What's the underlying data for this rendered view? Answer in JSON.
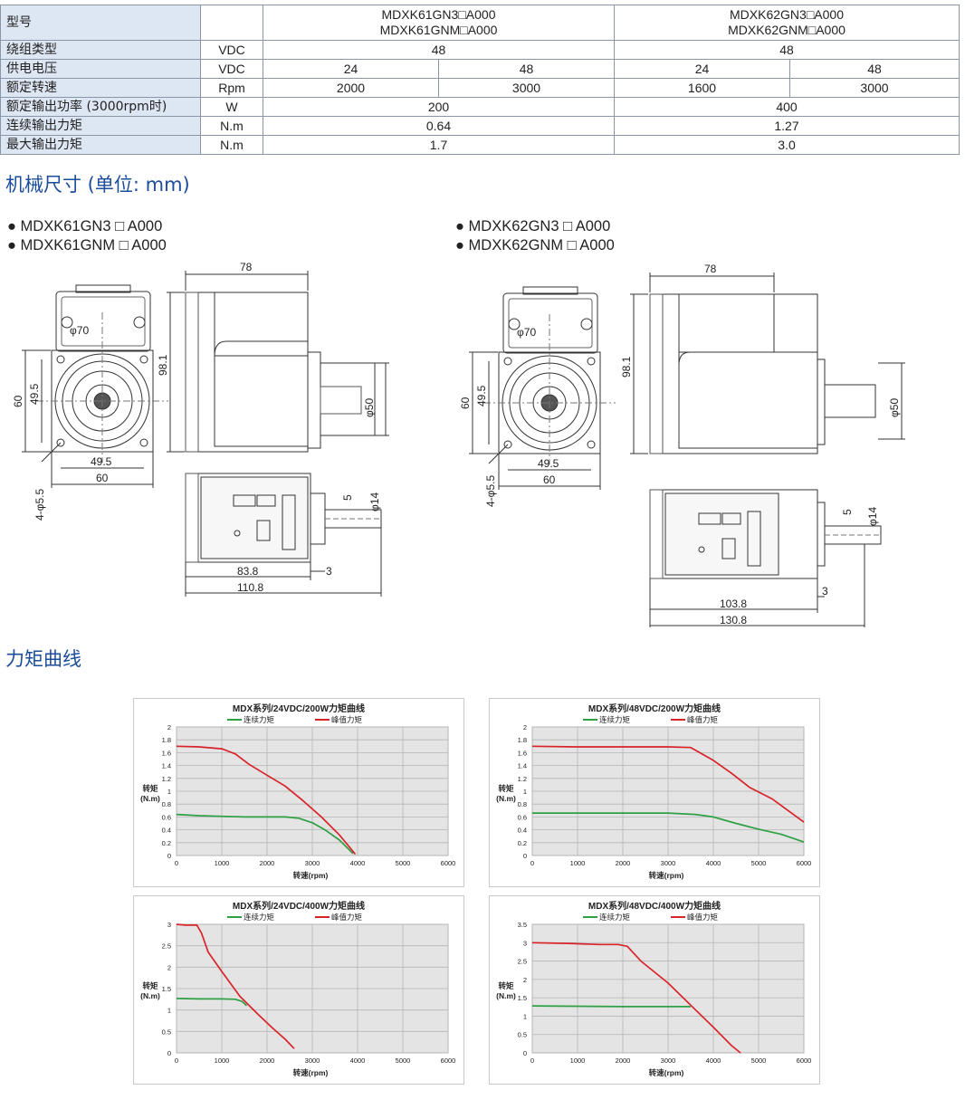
{
  "spec_table": {
    "header_label": "型号",
    "model_a": [
      "MDXK61GN3□A000",
      "MDXK61GNM□A000"
    ],
    "model_b": [
      "MDXK62GN3□A000",
      "MDXK62GNM□A000"
    ],
    "rows": [
      {
        "label": "绕组类型",
        "unit": "VDC",
        "a": [
          "48"
        ],
        "b": [
          "48"
        ]
      },
      {
        "label": "供电电压",
        "unit": "VDC",
        "a": [
          "24",
          "48"
        ],
        "b": [
          "24",
          "48"
        ]
      },
      {
        "label": "额定转速",
        "unit": "Rpm",
        "a": [
          "2000",
          "3000"
        ],
        "b": [
          "1600",
          "3000"
        ]
      },
      {
        "label": "额定输出功率 (3000rpm时)",
        "unit": "W",
        "a": [
          "200"
        ],
        "b": [
          "400"
        ]
      },
      {
        "label": "连续输出力矩",
        "unit": "N.m",
        "a": [
          "0.64"
        ],
        "b": [
          "1.27"
        ]
      },
      {
        "label": "最大输出力矩",
        "unit": "N.m",
        "a": [
          "1.7"
        ],
        "b": [
          "3.0"
        ]
      }
    ]
  },
  "section_dimensions": "机械尺寸 (单位: mm)",
  "section_torque": "力矩曲线",
  "models_left": [
    "● MDXK61GN3 □ A000",
    "● MDXK61GNM □ A000"
  ],
  "models_right": [
    "● MDXK62GN3 □ A000",
    "● MDXK62GNM □ A000"
  ],
  "drawing_left": {
    "d78": "78",
    "d70": "φ70",
    "d98": "98.1",
    "d60v": "60",
    "d495v": "49.5",
    "d495h": "49.5",
    "d60h": "60",
    "hole": "4-φ5.5",
    "d50": "φ50",
    "d5": "5",
    "d14": "φ14",
    "d838": "83.8",
    "d3": "3",
    "d1108": "110.8"
  },
  "drawing_right": {
    "d78": "78",
    "d70": "φ70",
    "d98": "98.1",
    "d60v": "60",
    "d495v": "49.5",
    "d495h": "49.5",
    "d60h": "60",
    "hole": "4-φ5.5",
    "d50": "φ50",
    "d5": "5",
    "d14": "φ14",
    "d1038": "103.8",
    "d3": "3",
    "d1308": "130.8"
  },
  "chart_data": [
    {
      "type": "line",
      "title": "MDX系列/24VDC/200W力矩曲线",
      "xlabel": "转速(rpm)",
      "ylabel": "转矩(N.m)",
      "xlim": [
        0,
        6000
      ],
      "ylim": [
        0,
        2
      ],
      "xticks": [
        "0",
        "1000",
        "2000",
        "3000",
        "4000",
        "5000",
        "6000"
      ],
      "yticks": [
        "0",
        "0.2",
        "0.4",
        "0.6",
        "0.8",
        "1",
        "1.2",
        "1.4",
        "1.6",
        "1.8",
        "2"
      ],
      "grid": true,
      "legend": "top",
      "series": [
        {
          "name": "连续力矩",
          "color": "#2ea043",
          "points": [
            [
              0,
              0.64
            ],
            [
              500,
              0.62
            ],
            [
              1000,
              0.61
            ],
            [
              1500,
              0.6
            ],
            [
              2000,
              0.6
            ],
            [
              2400,
              0.6
            ],
            [
              2700,
              0.58
            ],
            [
              3000,
              0.51
            ],
            [
              3300,
              0.39
            ],
            [
              3600,
              0.24
            ],
            [
              3900,
              0.03
            ]
          ]
        },
        {
          "name": "峰值力矩",
          "color": "#d9232a",
          "points": [
            [
              0,
              1.7
            ],
            [
              500,
              1.69
            ],
            [
              1000,
              1.66
            ],
            [
              1300,
              1.58
            ],
            [
              1600,
              1.42
            ],
            [
              2000,
              1.25
            ],
            [
              2400,
              1.08
            ],
            [
              2800,
              0.85
            ],
            [
              3200,
              0.6
            ],
            [
              3600,
              0.32
            ],
            [
              3950,
              0.02
            ]
          ]
        }
      ]
    },
    {
      "type": "line",
      "title": "MDX系列/48VDC/200W力矩曲线",
      "xlabel": "转速(rpm)",
      "ylabel": "转矩(N.m)",
      "xlim": [
        0,
        6000
      ],
      "ylim": [
        0,
        2
      ],
      "xticks": [
        "0",
        "1000",
        "2000",
        "3000",
        "4000",
        "5000",
        "6000"
      ],
      "yticks": [
        "0",
        "0.2",
        "0.4",
        "0.6",
        "0.8",
        "1",
        "1.2",
        "1.4",
        "1.6",
        "1.8",
        "2"
      ],
      "grid": true,
      "legend": "top",
      "series": [
        {
          "name": "连续力矩",
          "color": "#2ea043",
          "points": [
            [
              0,
              0.66
            ],
            [
              1000,
              0.66
            ],
            [
              2000,
              0.66
            ],
            [
              3000,
              0.66
            ],
            [
              3600,
              0.64
            ],
            [
              4000,
              0.6
            ],
            [
              4500,
              0.5
            ],
            [
              5000,
              0.41
            ],
            [
              5500,
              0.33
            ],
            [
              6000,
              0.21
            ]
          ]
        },
        {
          "name": "峰值力矩",
          "color": "#d9232a",
          "points": [
            [
              0,
              1.7
            ],
            [
              1000,
              1.69
            ],
            [
              2000,
              1.69
            ],
            [
              3000,
              1.69
            ],
            [
              3500,
              1.68
            ],
            [
              3700,
              1.6
            ],
            [
              4000,
              1.48
            ],
            [
              4400,
              1.28
            ],
            [
              4800,
              1.06
            ],
            [
              5300,
              0.88
            ],
            [
              6000,
              0.52
            ]
          ]
        }
      ]
    },
    {
      "type": "line",
      "title": "MDX系列/24VDC/400W力矩曲线",
      "xlabel": "转速(rpm)",
      "ylabel": "转矩(N.m)",
      "xlim": [
        0,
        6000
      ],
      "ylim": [
        0,
        3
      ],
      "xticks": [
        "0",
        "1000",
        "2000",
        "3000",
        "4000",
        "5000",
        "6000"
      ],
      "yticks": [
        "0",
        "0.5",
        "1",
        "1.5",
        "2",
        "2.5",
        "3"
      ],
      "grid": true,
      "legend": "top",
      "series": [
        {
          "name": "连续力矩",
          "color": "#2ea043",
          "points": [
            [
              0,
              1.27
            ],
            [
              500,
              1.26
            ],
            [
              1000,
              1.26
            ],
            [
              1300,
              1.25
            ],
            [
              1450,
              1.2
            ],
            [
              1550,
              1.1
            ]
          ]
        },
        {
          "name": "峰值力矩",
          "color": "#d9232a",
          "points": [
            [
              0,
              3.0
            ],
            [
              200,
              2.98
            ],
            [
              450,
              2.98
            ],
            [
              550,
              2.8
            ],
            [
              700,
              2.35
            ],
            [
              1000,
              1.9
            ],
            [
              1400,
              1.32
            ],
            [
              1800,
              0.9
            ],
            [
              2100,
              0.6
            ],
            [
              2400,
              0.32
            ],
            [
              2600,
              0.1
            ]
          ]
        }
      ]
    },
    {
      "type": "line",
      "title": "MDX系列/48VDC/400W力矩曲线",
      "xlabel": "转速(rpm)",
      "ylabel": "转矩(N.m)",
      "xlim": [
        0,
        6000
      ],
      "ylim": [
        0,
        3.5
      ],
      "xticks": [
        "0",
        "1000",
        "2000",
        "3000",
        "4000",
        "5000",
        "6000"
      ],
      "yticks": [
        "0",
        "0.5",
        "1",
        "1.5",
        "2",
        "2.5",
        "3",
        "3.5"
      ],
      "grid": true,
      "legend": "top",
      "series": [
        {
          "name": "连续力矩",
          "color": "#2ea043",
          "points": [
            [
              0,
              1.28
            ],
            [
              1000,
              1.27
            ],
            [
              2000,
              1.26
            ],
            [
              3000,
              1.26
            ],
            [
              3500,
              1.26
            ]
          ]
        },
        {
          "name": "峰值力矩",
          "color": "#d9232a",
          "points": [
            [
              0,
              3.0
            ],
            [
              800,
              2.98
            ],
            [
              1500,
              2.95
            ],
            [
              1900,
              2.95
            ],
            [
              2100,
              2.9
            ],
            [
              2400,
              2.5
            ],
            [
              3000,
              1.9
            ],
            [
              3500,
              1.3
            ],
            [
              4000,
              0.7
            ],
            [
              4400,
              0.2
            ],
            [
              4600,
              0.0
            ]
          ]
        }
      ]
    }
  ]
}
